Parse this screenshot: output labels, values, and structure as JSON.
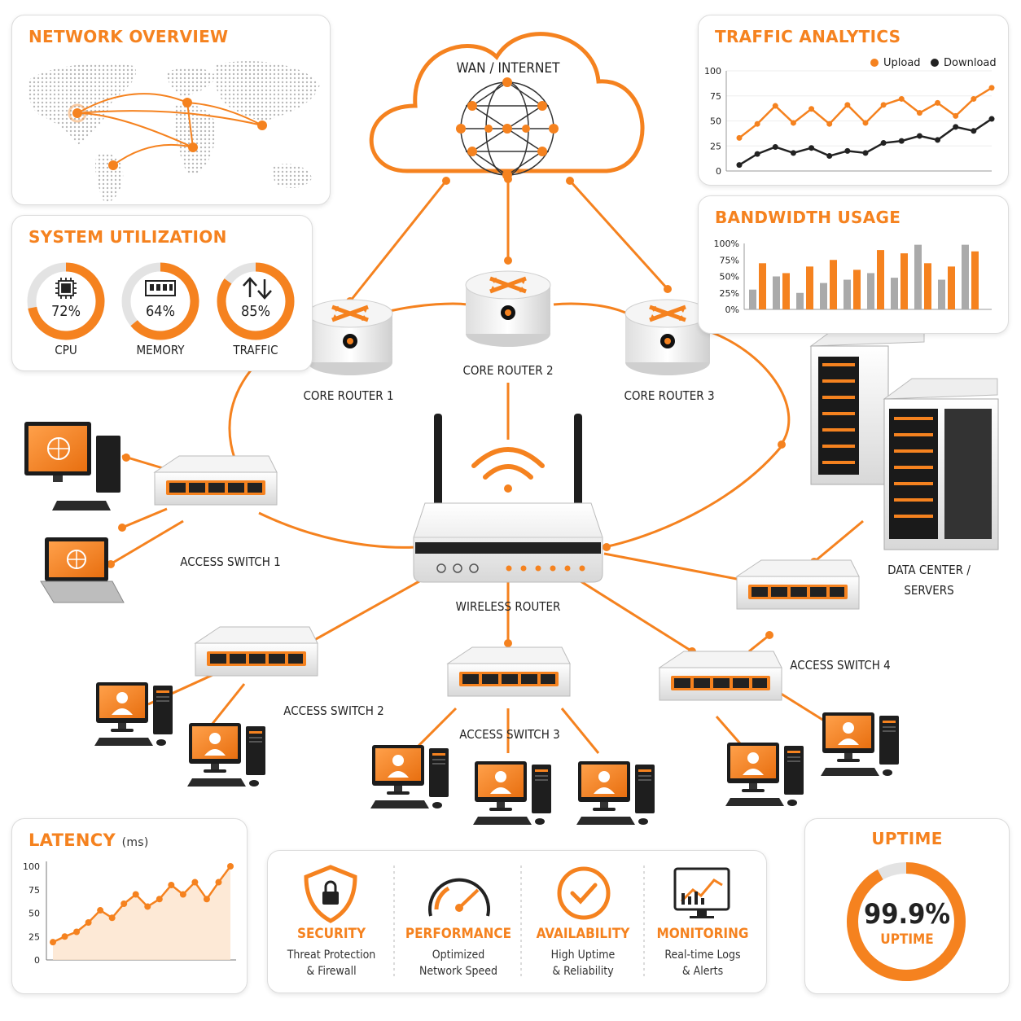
{
  "colors": {
    "accent": "#f5821f",
    "dark": "#222222",
    "gray": "#aaaaaa",
    "light_orange": "#fde3cc"
  },
  "network_overview": {
    "title": "NETWORK OVERVIEW"
  },
  "system_utilization": {
    "title": "SYSTEM UTILIZATION",
    "gauges": [
      {
        "icon": "cpu-chip-icon",
        "value": "72%",
        "fraction": 0.72,
        "label": "CPU"
      },
      {
        "icon": "memory-module-icon",
        "value": "64%",
        "fraction": 0.64,
        "label": "MEMORY"
      },
      {
        "icon": "traffic-arrows-icon",
        "value": "85%",
        "fraction": 0.85,
        "label": "TRAFFIC"
      }
    ]
  },
  "traffic_analytics": {
    "title": "TRAFFIC ANALYTICS",
    "legend": [
      "Upload",
      "Download"
    ],
    "y_ticks": [
      "100",
      "75",
      "50",
      "25",
      "0"
    ]
  },
  "bandwidth_usage": {
    "title": "BANDWIDTH USAGE",
    "y_ticks": [
      "100%",
      "75%",
      "50%",
      "25%",
      "0%"
    ]
  },
  "latency": {
    "title": "LATENCY",
    "unit": "(ms)",
    "y_ticks": [
      "100",
      "75",
      "50",
      "25",
      "0"
    ]
  },
  "uptime": {
    "title": "UPTIME",
    "value": "99.9%",
    "label": "UPTIME",
    "fraction": 0.92
  },
  "features": [
    {
      "icon": "shield-lock-icon",
      "title": "SECURITY",
      "desc1": "Threat Protection",
      "desc2": "& Firewall"
    },
    {
      "icon": "speedometer-icon",
      "title": "PERFORMANCE",
      "desc1": "Optimized",
      "desc2": "Network Speed"
    },
    {
      "icon": "checkmark-circle-icon",
      "title": "AVAILABILITY",
      "desc1": "High Uptime",
      "desc2": "& Reliability"
    },
    {
      "icon": "monitor-chart-icon",
      "title": "MONITORING",
      "desc1": "Real-time Logs",
      "desc2": "& Alerts"
    }
  ],
  "diagram": {
    "cloud_label": "WAN / INTERNET",
    "core_router_1": "CORE ROUTER 1",
    "core_router_2": "CORE ROUTER 2",
    "core_router_3": "CORE ROUTER 3",
    "wireless_router": "WIRELESS ROUTER",
    "access_switch_1": "ACCESS SWITCH 1",
    "access_switch_2": "ACCESS SWITCH 2",
    "access_switch_3": "ACCESS SWITCH 3",
    "access_switch_4": "ACCESS SWITCH 4",
    "data_center_1": "DATA CENTER /",
    "data_center_2": "SERVERS"
  },
  "chart_data": [
    {
      "type": "line",
      "title": "TRAFFIC ANALYTICS",
      "x": [
        1,
        2,
        3,
        4,
        5,
        6,
        7,
        8,
        9,
        10,
        11,
        12,
        13,
        14,
        15
      ],
      "ylim": [
        0,
        100
      ],
      "series": [
        {
          "name": "Upload",
          "values": [
            33,
            47,
            65,
            48,
            62,
            47,
            66,
            48,
            66,
            72,
            58,
            68,
            55,
            72,
            83
          ]
        },
        {
          "name": "Download",
          "values": [
            6,
            17,
            24,
            18,
            23,
            15,
            20,
            18,
            28,
            30,
            35,
            31,
            44,
            40,
            52
          ]
        }
      ]
    },
    {
      "type": "bar",
      "title": "BANDWIDTH USAGE",
      "ylim": [
        0,
        100
      ],
      "series": [
        {
          "values": [
            70,
            55,
            65,
            75,
            60,
            90,
            85,
            70,
            65,
            88
          ]
        },
        {
          "values": [
            30,
            50,
            25,
            40,
            45,
            55,
            48,
            98,
            45,
            98
          ]
        }
      ]
    },
    {
      "type": "area",
      "title": "LATENCY",
      "ylabel": "(ms)",
      "x": [
        1,
        2,
        3,
        4,
        5,
        6,
        7,
        8,
        9,
        10,
        11,
        12,
        13,
        14,
        15,
        16
      ],
      "values": [
        19,
        25,
        30,
        40,
        53,
        45,
        60,
        70,
        57,
        65,
        80,
        70,
        83,
        65,
        83,
        100
      ],
      "ylim": [
        0,
        100
      ]
    }
  ]
}
